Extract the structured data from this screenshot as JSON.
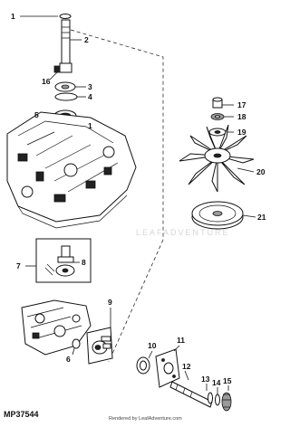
{
  "callouts": {
    "c1": "1",
    "c2": "2",
    "c3": "3",
    "c4": "4",
    "c5": "5",
    "c6": "6",
    "c7": "7",
    "c8": "8",
    "c9": "9",
    "c10": "10",
    "c11": "11",
    "c12": "12",
    "c13": "13",
    "c14": "14",
    "c15": "15",
    "c16": "16",
    "c17": "17",
    "c18": "18",
    "c19": "19",
    "c20": "20",
    "c21": "21"
  },
  "ref_code": "MP37544",
  "credit": "Rendered by LeafAdventure.com",
  "watermark": "LEAFADVENTURE"
}
